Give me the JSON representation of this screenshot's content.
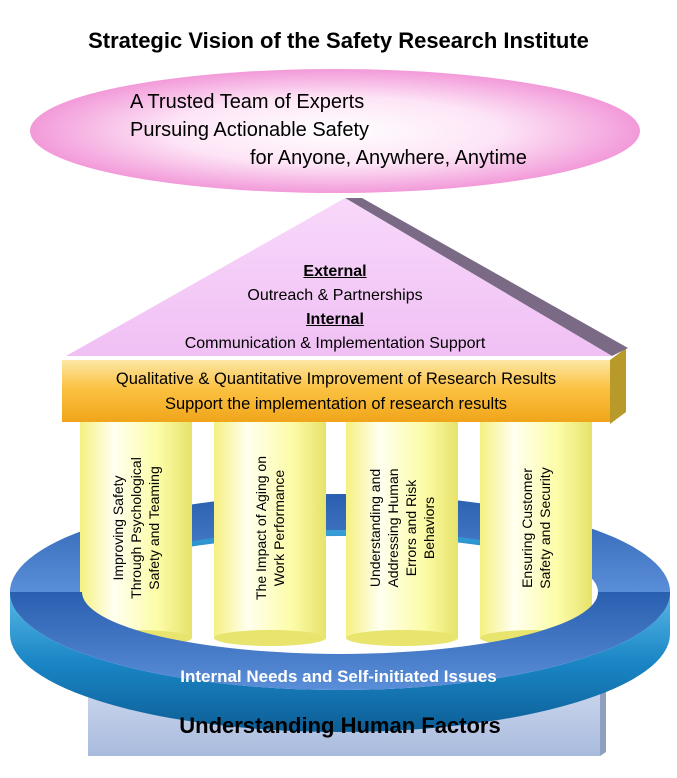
{
  "title": "Strategic Vision of the Safety Research Institute",
  "vision": {
    "line1": "A Trusted Team of Experts",
    "line2": "Pursuing Actionable Safety",
    "line3": "for Anyone, Anywhere, Anytime"
  },
  "roof": {
    "external_heading": "External",
    "external_text": "Outreach & Partnerships",
    "internal_heading": "Internal",
    "internal_text": "Communication & Implementation Support"
  },
  "beam": {
    "line1": "Qualitative & Quantitative Improvement of Research Results",
    "line2": "Support the implementation of research results"
  },
  "pillars": [
    {
      "lines": [
        "Improving Safety",
        "Through Psychological",
        "Safety and Teaming"
      ]
    },
    {
      "lines": [
        "The Impact of Aging on",
        "Work Performance"
      ]
    },
    {
      "lines": [
        "Understanding and",
        "Addressing Human",
        "Errors and Risk",
        "Behaviors"
      ]
    },
    {
      "lines": [
        "Ensuring Customer",
        "Safety and Security"
      ]
    }
  ],
  "ring_label": "Internal Needs and Self-initiated Issues",
  "foundation_label": "Understanding Human Factors",
  "colors": {
    "vision_ellipse": "#f7b6e6",
    "roof": "#f3c8f6",
    "roof_side": "#7a6a86",
    "beam": "#fbc243",
    "pillar": "#fafa9c",
    "ring": "#1a86c6",
    "foundation": "#b5c6e4"
  }
}
